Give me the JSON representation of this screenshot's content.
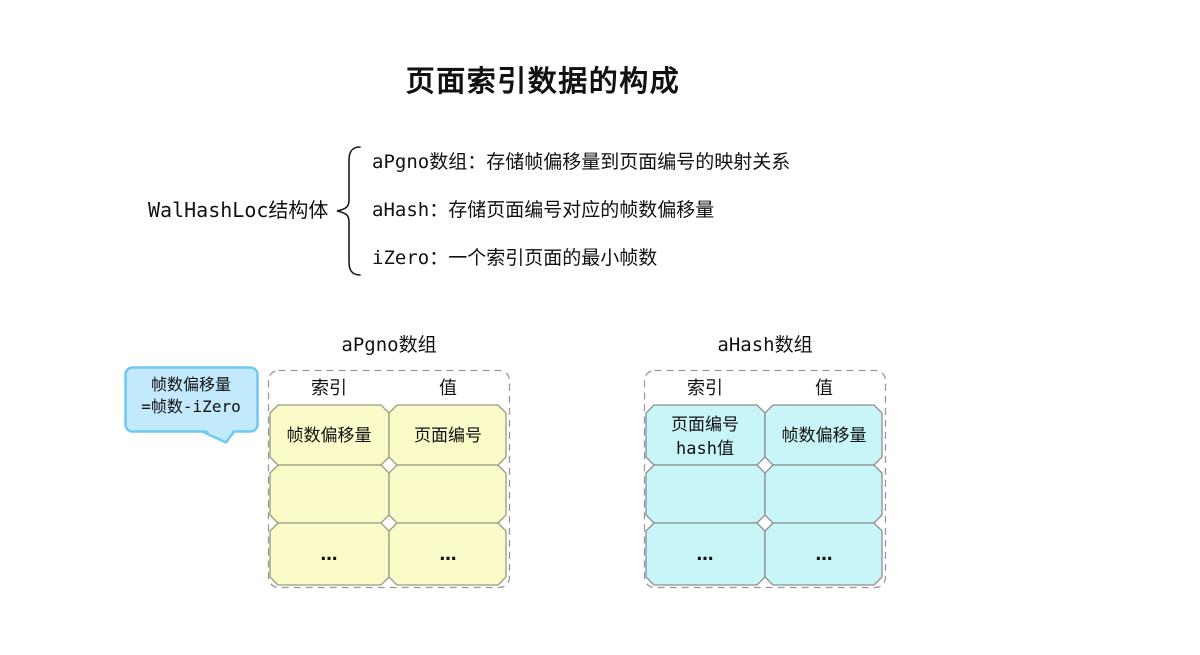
{
  "title": "页面索引数据的构成",
  "struct": {
    "name": "WalHashLoc结构体",
    "members": [
      "aPgno数组：存储帧偏移量到页面编号的映射关系",
      "aHash：存储页面编号对应的帧数偏移量",
      "iZero：一个索引页面的最小帧数"
    ]
  },
  "callout": {
    "line1": "帧数偏移量",
    "line2": "=帧数-iZero"
  },
  "tables": {
    "apgno": {
      "label": "aPgno数组",
      "headers": [
        "索引",
        "值"
      ],
      "rows": [
        [
          "帧数偏移量",
          "页面编号"
        ],
        [
          "",
          ""
        ],
        [
          "…",
          "…"
        ]
      ],
      "fill": "#fbfbc9",
      "stroke": "#9a9a82"
    },
    "ahash": {
      "label": "aHash数组",
      "headers": [
        "索引",
        "值"
      ],
      "rows": [
        [
          {
            "line1": "页面编号",
            "line2": "hash值"
          },
          "帧数偏移量"
        ],
        [
          "",
          ""
        ],
        [
          "…",
          "…"
        ]
      ],
      "fill": "#c8f6f8",
      "stroke": "#8d8d8d"
    }
  },
  "colors": {
    "callout_fill": "#c3e9fc",
    "callout_stroke": "#6ec9f3",
    "dashed_border": "#999999",
    "text": "#111111"
  }
}
